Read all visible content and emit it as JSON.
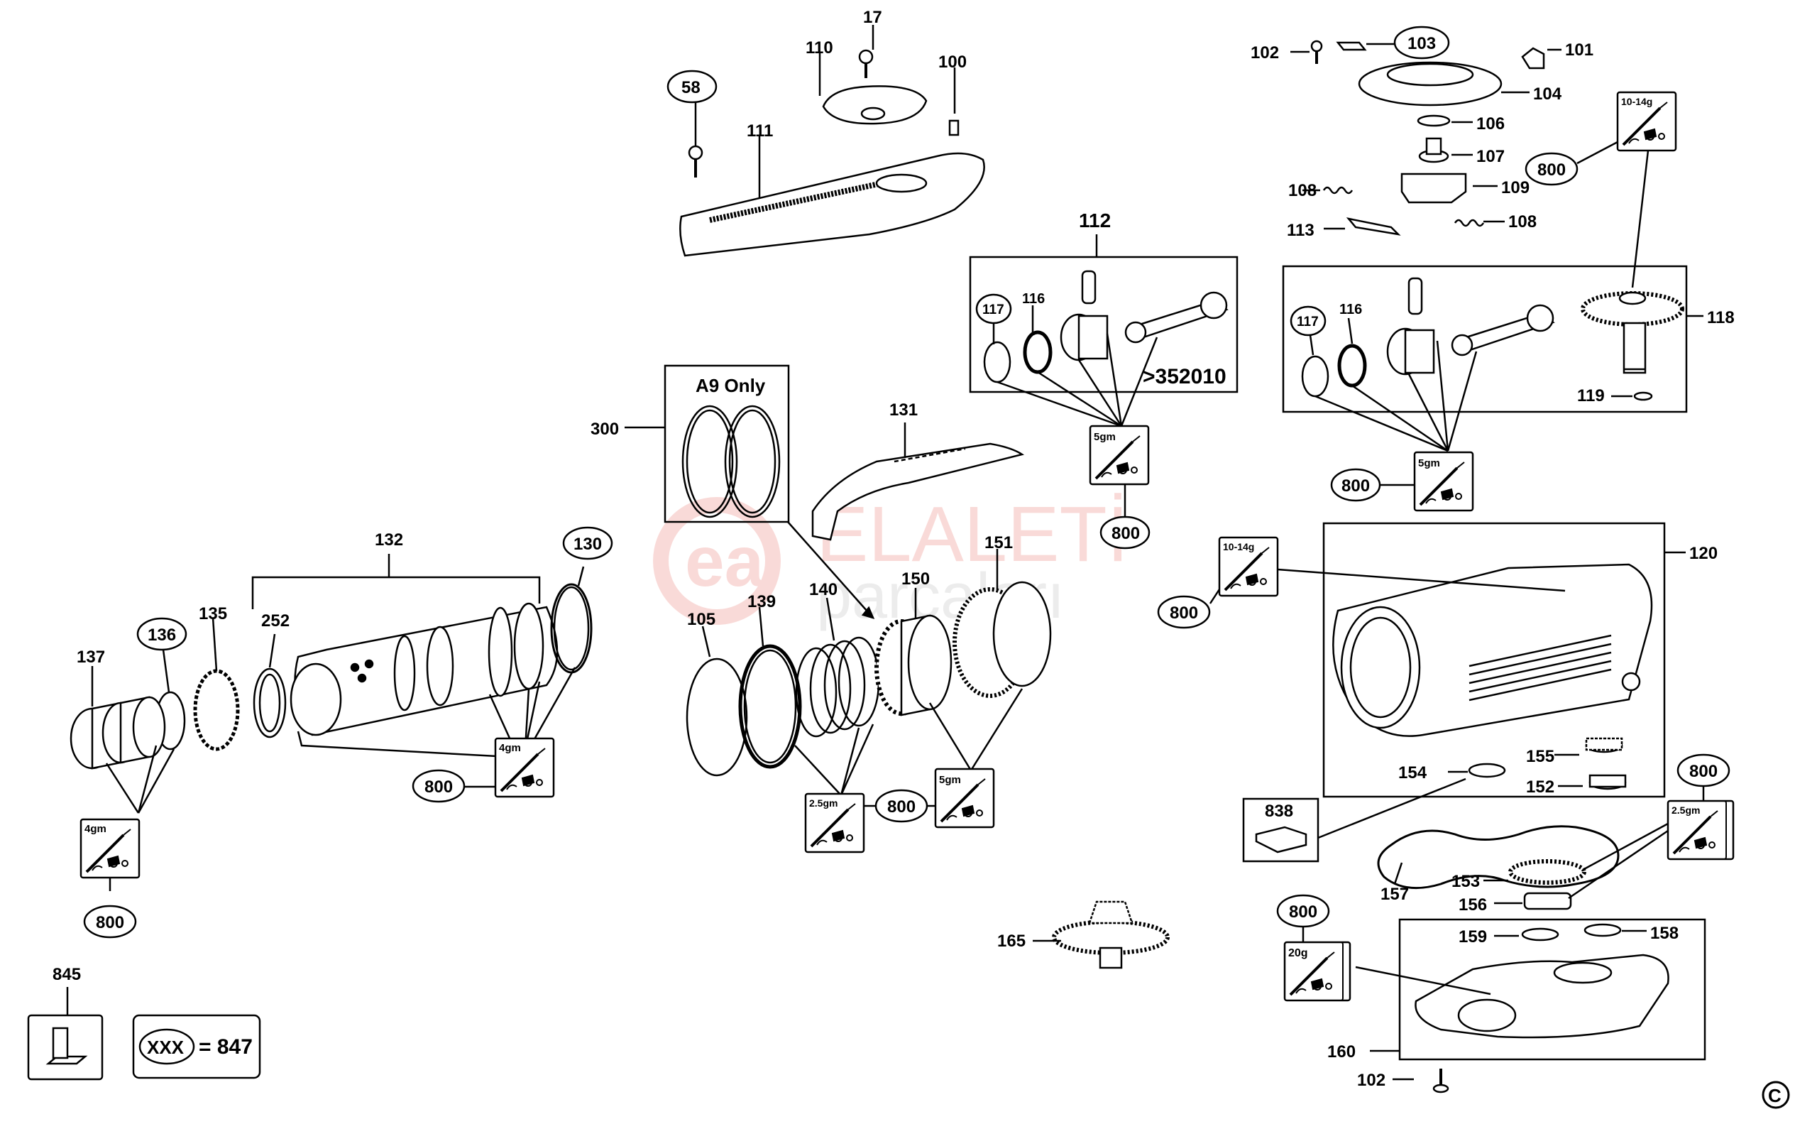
{
  "watermark": {
    "brand": "ELALETİ",
    "sub": "parçaları",
    "logo": "ea"
  },
  "labels": {
    "l17": "17",
    "l110": "110",
    "l100": "100",
    "l58": "58",
    "l111": "111",
    "l102a": "102",
    "l103": "103",
    "l101": "101",
    "l104": "104",
    "l106": "106",
    "l107": "107",
    "l108a": "108",
    "l109": "109",
    "l108b": "108",
    "l113": "113",
    "l112": "112",
    "l117a": "117",
    "l116a": "116",
    "l352010": ">352010",
    "l117b": "117",
    "l116b": "116",
    "l118": "118",
    "l119": "119",
    "l300": "300",
    "lA9": "A9 Only",
    "l131": "131",
    "l800a": "800",
    "l800b": "800",
    "l800c": "800",
    "l800d": "800",
    "l800e": "800",
    "l800f": "800",
    "l800g": "800",
    "l800h": "800",
    "l800i": "800",
    "l132": "132",
    "l130": "130",
    "l137": "137",
    "l136": "136",
    "l135": "135",
    "l252": "252",
    "l105": "105",
    "l139": "139",
    "l140": "140",
    "l150": "150",
    "l151": "151",
    "l120": "120",
    "l154": "154",
    "l155": "155",
    "l152": "152",
    "l838": "838",
    "l157": "157",
    "l153": "153",
    "l156": "156",
    "l159": "159",
    "l158": "158",
    "l160": "160",
    "l102b": "102",
    "l165": "165",
    "l845": "845",
    "lxxx": "XXX",
    "l847": "= 847",
    "copyright": "C"
  },
  "grease": {
    "g1014a": "10-14g",
    "g5a": "5gm",
    "g5b": "5gm",
    "g1014b": "10-14g",
    "g4a": "4gm",
    "g4b": "4gm",
    "g25a": "2.5gm",
    "g5c": "5gm",
    "g25b": "2.5gm",
    "g20": "20g"
  }
}
